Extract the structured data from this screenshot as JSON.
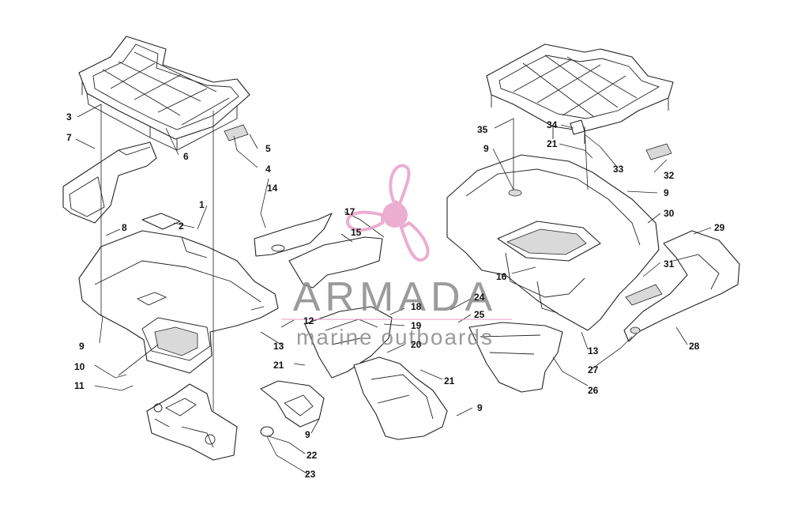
{
  "watermark": {
    "brand": "ARMADA",
    "tagline": "marine outboards",
    "brand_color": "#8a8a8a",
    "accent_color": "#e8a0c8"
  },
  "callouts": [
    {
      "id": "c1",
      "label": "1"
    },
    {
      "id": "c2",
      "label": "2"
    },
    {
      "id": "c3",
      "label": "3"
    },
    {
      "id": "c4",
      "label": "4"
    },
    {
      "id": "c5",
      "label": "5"
    },
    {
      "id": "c6",
      "label": "6"
    },
    {
      "id": "c7",
      "label": "7"
    },
    {
      "id": "c8",
      "label": "8"
    },
    {
      "id": "c9a",
      "label": "9"
    },
    {
      "id": "c9b",
      "label": "9"
    },
    {
      "id": "c9c",
      "label": "9"
    },
    {
      "id": "c9d",
      "label": "9"
    },
    {
      "id": "c9e",
      "label": "9"
    },
    {
      "id": "c10",
      "label": "10"
    },
    {
      "id": "c11",
      "label": "11"
    },
    {
      "id": "c12",
      "label": "12"
    },
    {
      "id": "c13a",
      "label": "13"
    },
    {
      "id": "c13b",
      "label": "13"
    },
    {
      "id": "c14",
      "label": "14"
    },
    {
      "id": "c15",
      "label": "15"
    },
    {
      "id": "c16",
      "label": "16"
    },
    {
      "id": "c17",
      "label": "17"
    },
    {
      "id": "c18",
      "label": "18"
    },
    {
      "id": "c19",
      "label": "19"
    },
    {
      "id": "c20",
      "label": "20"
    },
    {
      "id": "c21a",
      "label": "21"
    },
    {
      "id": "c21b",
      "label": "21"
    },
    {
      "id": "c21c",
      "label": "21"
    },
    {
      "id": "c22",
      "label": "22"
    },
    {
      "id": "c23",
      "label": "23"
    },
    {
      "id": "c24",
      "label": "24"
    },
    {
      "id": "c25",
      "label": "25"
    },
    {
      "id": "c26",
      "label": "26"
    },
    {
      "id": "c27",
      "label": "27"
    },
    {
      "id": "c28",
      "label": "28"
    },
    {
      "id": "c29",
      "label": "29"
    },
    {
      "id": "c30",
      "label": "30"
    },
    {
      "id": "c31",
      "label": "31"
    },
    {
      "id": "c32",
      "label": "32"
    },
    {
      "id": "c33",
      "label": "33"
    },
    {
      "id": "c34",
      "label": "34"
    },
    {
      "id": "c35",
      "label": "35"
    }
  ]
}
